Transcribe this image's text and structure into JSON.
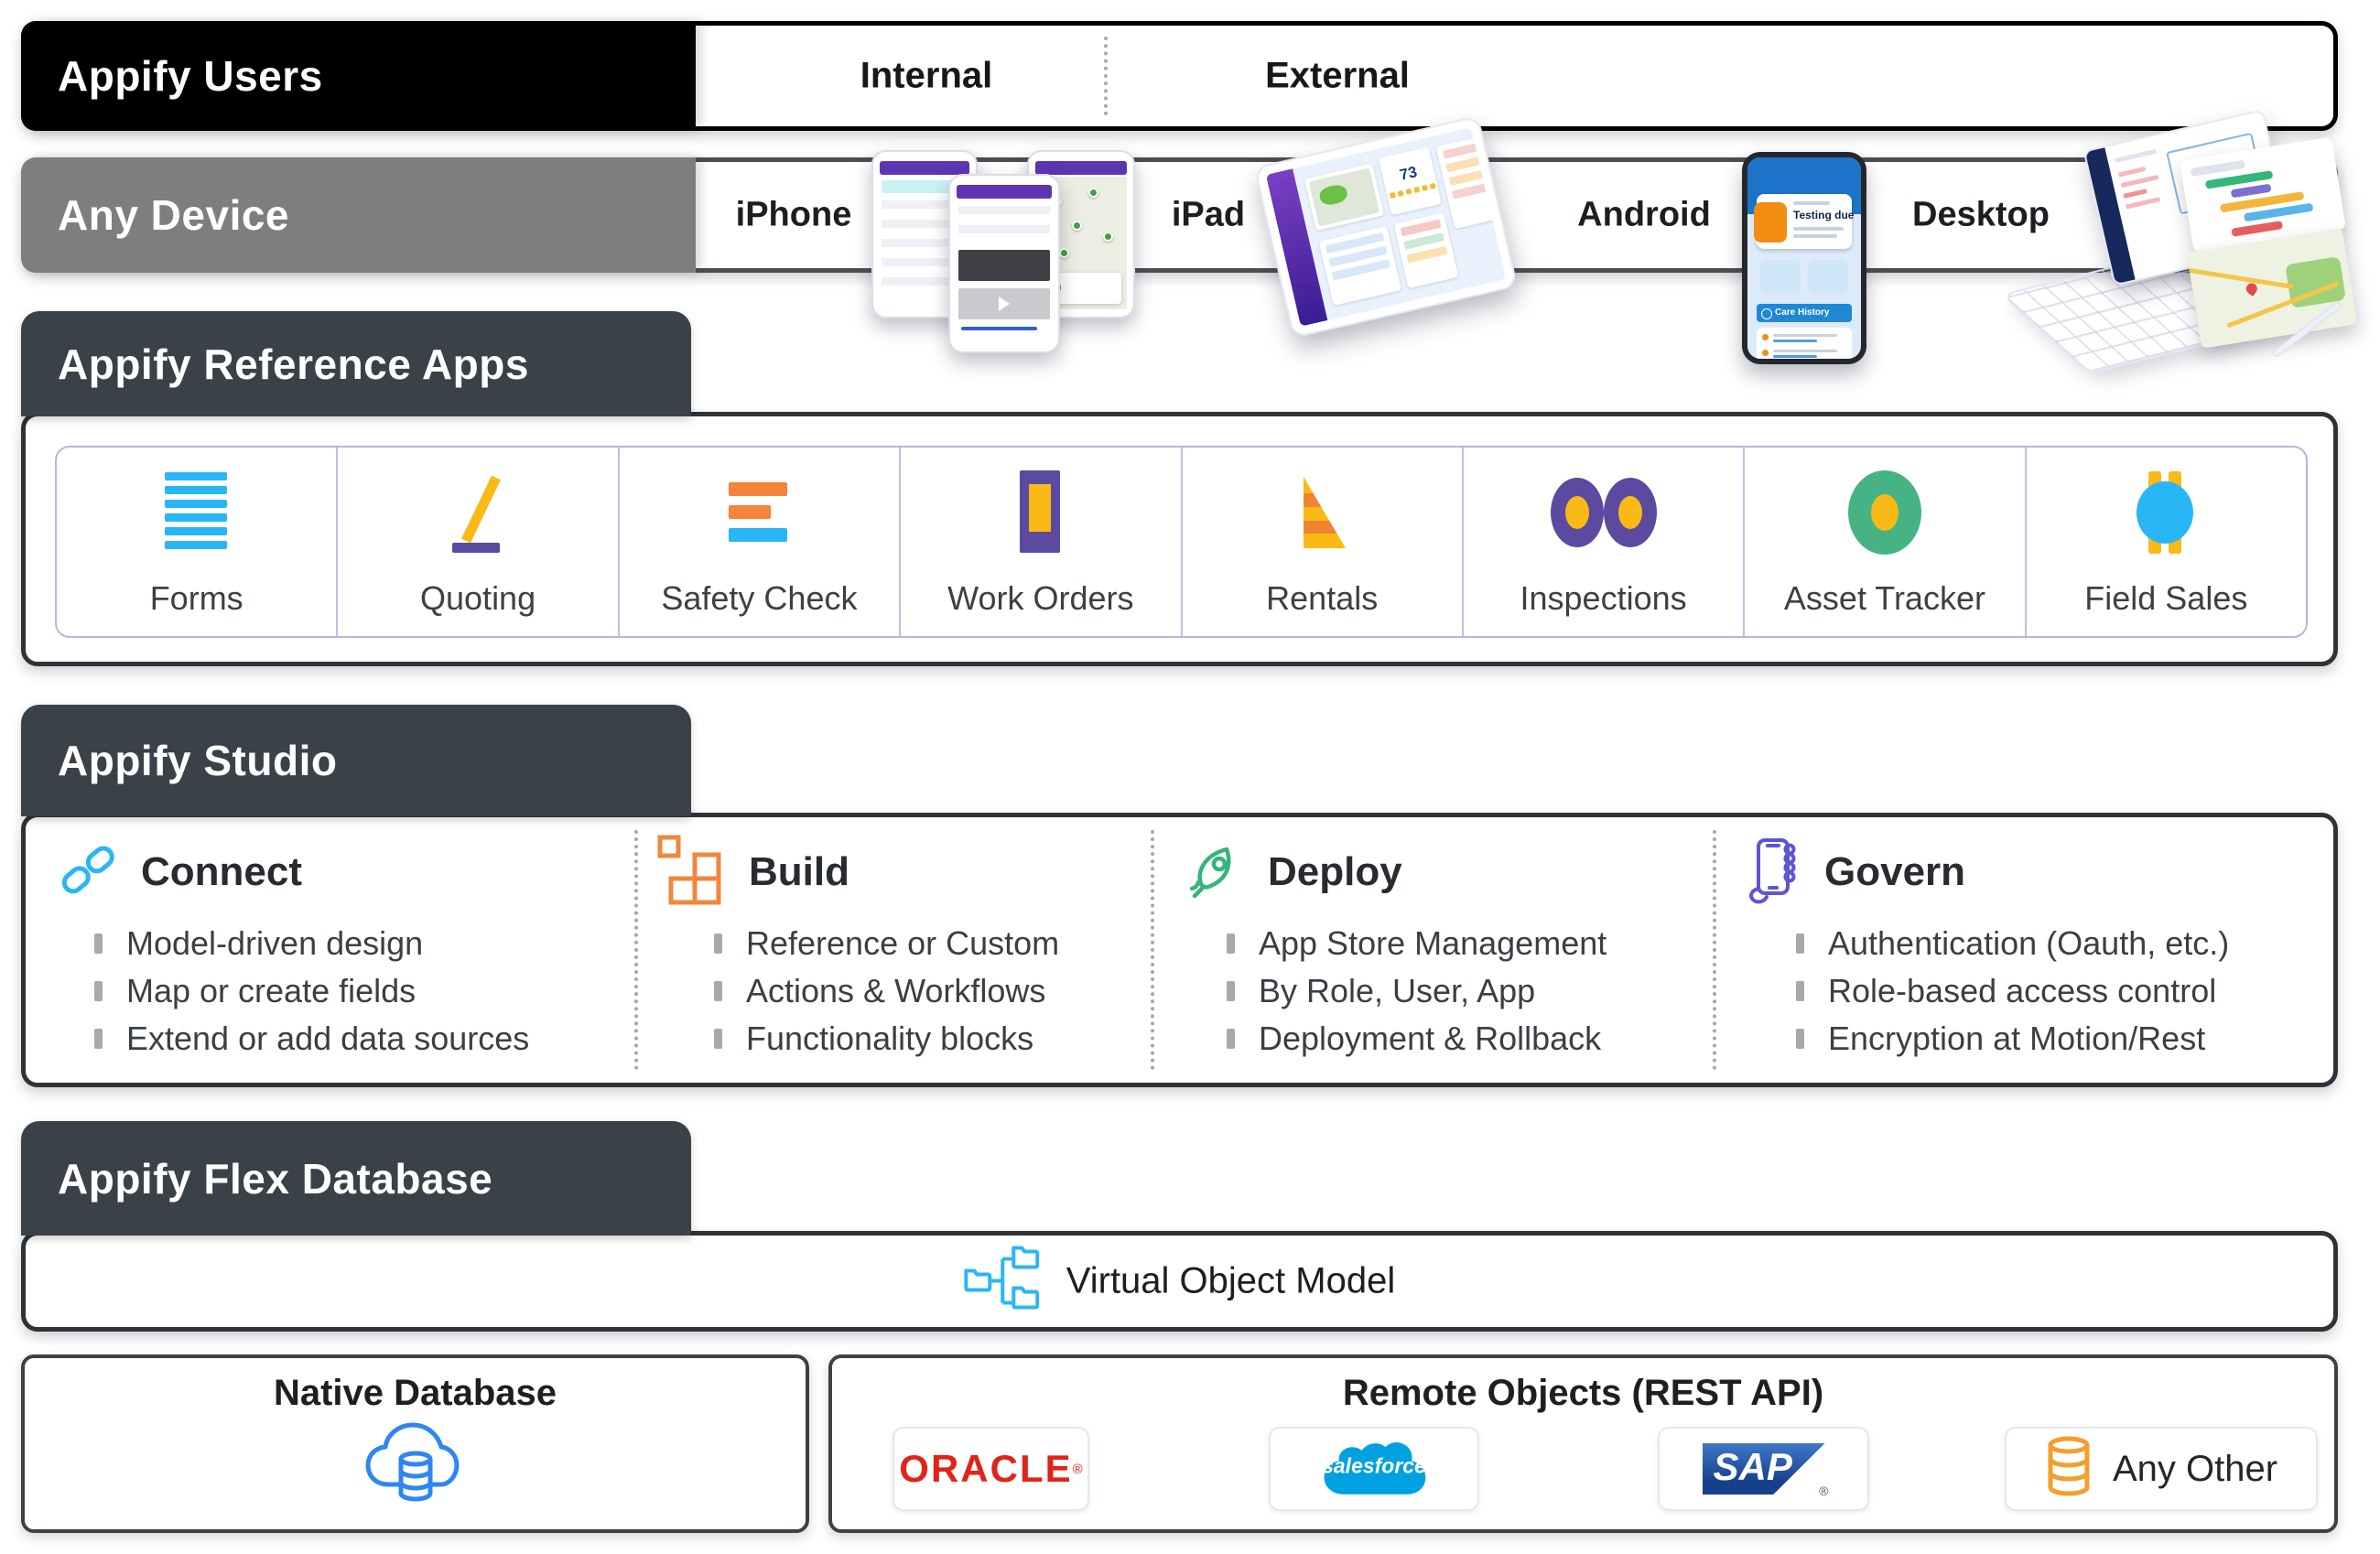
{
  "users_row": {
    "label": "Appify Users",
    "internal": "Internal",
    "external": "External"
  },
  "device_row": {
    "label": "Any Device",
    "devices": [
      "iPhone",
      "iPad",
      "Android",
      "Desktop"
    ],
    "android_screen": {
      "card_title": "Testing due",
      "banner": "Care History"
    },
    "ipad_screen": {
      "stat": "73"
    }
  },
  "reference_apps": {
    "label": "Appify Reference Apps",
    "apps": [
      {
        "label": "Forms",
        "icon": "forms-icon"
      },
      {
        "label": "Quoting",
        "icon": "quoting-icon"
      },
      {
        "label": "Safety Check",
        "icon": "safety-check-icon"
      },
      {
        "label": "Work Orders",
        "icon": "work-orders-icon"
      },
      {
        "label": "Rentals",
        "icon": "rentals-icon"
      },
      {
        "label": "Inspections",
        "icon": "inspections-icon"
      },
      {
        "label": "Asset Tracker",
        "icon": "asset-tracker-icon"
      },
      {
        "label": "Field Sales",
        "icon": "field-sales-icon"
      }
    ]
  },
  "studio": {
    "label": "Appify Studio",
    "columns": [
      {
        "title": "Connect",
        "icon": "link-icon",
        "items": [
          "Model-driven design",
          "Map or create fields",
          "Extend or add data sources"
        ]
      },
      {
        "title": "Build",
        "icon": "blocks-icon",
        "items": [
          "Reference or Custom",
          "Actions & Workflows",
          "Functionality blocks"
        ]
      },
      {
        "title": "Deploy",
        "icon": "rocket-icon",
        "items": [
          "App Store Management",
          "By Role, User, App",
          "Deployment & Rollback"
        ]
      },
      {
        "title": "Govern",
        "icon": "hand-phone-icon",
        "items": [
          "Authentication (Oauth, etc.)",
          "Role-based access control",
          "Encryption at Motion/Rest"
        ]
      }
    ]
  },
  "flex_database": {
    "label": "Appify Flex Database",
    "object_model": "Virtual Object Model"
  },
  "data_sources": {
    "native": {
      "title": "Native Database"
    },
    "remote": {
      "title": "Remote Objects (REST API)",
      "logos": [
        {
          "name": "ORACLE",
          "reg": "®"
        },
        {
          "name": "salesforce"
        },
        {
          "name": "SAP",
          "reg": "®"
        },
        {
          "name": "Any Other"
        }
      ]
    }
  },
  "palette": {
    "black": "#000000",
    "gray": "#7e7e7e",
    "charcoal": "#3a4148",
    "blue": "#29b6f6",
    "orange": "#f5833b",
    "yellow": "#f9b917",
    "purple": "#5b4a9f",
    "green": "#45b384",
    "link_blue": "#29b6f6",
    "build_orange": "#f0883b",
    "deploy_green": "#35b57a",
    "govern_purple": "#5f54d8",
    "oracle_red": "#e2231a",
    "salesforce_blue": "#00a1e0",
    "sap_blue": "#16418a",
    "db_orange": "#f59e2b",
    "cloud_blue": "#2f86f0",
    "cell_border": "#b9b3e1"
  }
}
